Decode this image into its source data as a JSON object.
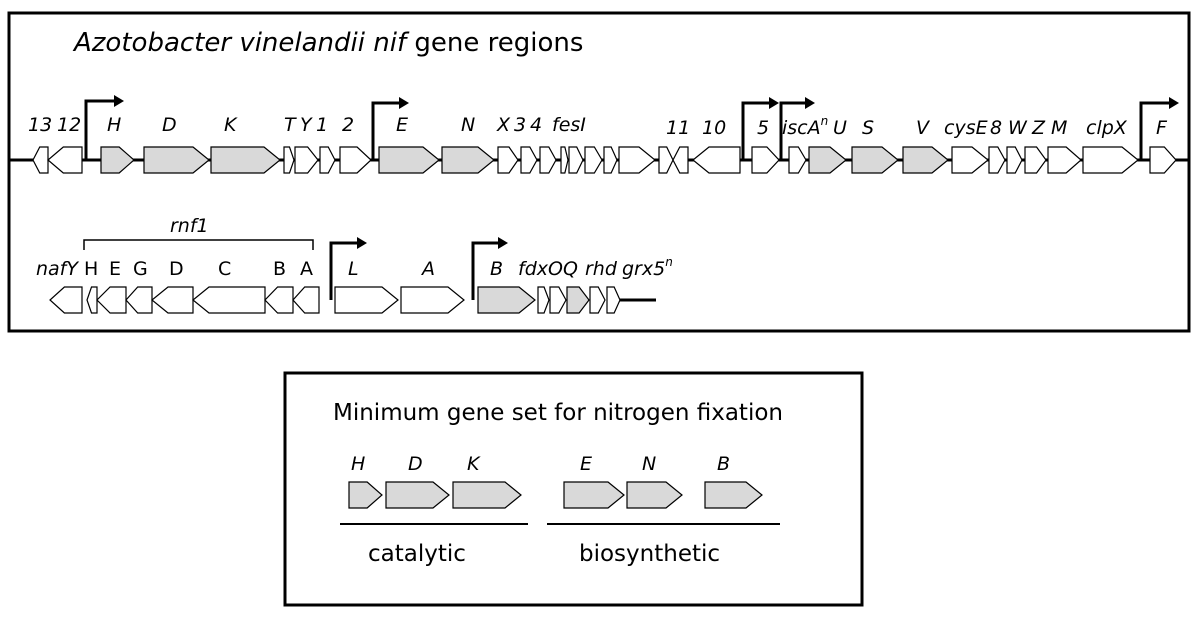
{
  "top_panel": {
    "title_italic": "Azotobacter vinelandii nif",
    "title_rest": " gene regions",
    "row1": {
      "labels": [
        "13",
        "12",
        "H",
        "D",
        "K",
        "T",
        "Y",
        "1",
        "2",
        "E",
        "N",
        "X",
        "3",
        "4",
        "fesI",
        "11",
        "10",
        "5",
        "iscA",
        "U",
        "S",
        "V",
        "cysE",
        "8",
        "W",
        "Z",
        "M",
        "clpX",
        "F"
      ],
      "superscript_label": "n"
    },
    "row2": {
      "operon_label": "rnf1",
      "operon_genes": [
        "H",
        "E",
        "G",
        "D",
        "C",
        "B",
        "A"
      ],
      "labels": [
        "nafY",
        "L",
        "A",
        "B",
        "fdxOQ",
        "rhd",
        "grx5"
      ],
      "superscript_label": "n"
    }
  },
  "bottom_panel": {
    "title": "Minimum gene set for nitrogen fixation",
    "gene_labels": [
      "H",
      "D",
      "K",
      "E",
      "N",
      "B"
    ],
    "group_labels": [
      "catalytic",
      "biosynthetic"
    ]
  },
  "colors": {
    "minimal_gene_fill": "#d9d9d9",
    "other_gene_fill": "#ffffff",
    "stroke": "#000000"
  }
}
